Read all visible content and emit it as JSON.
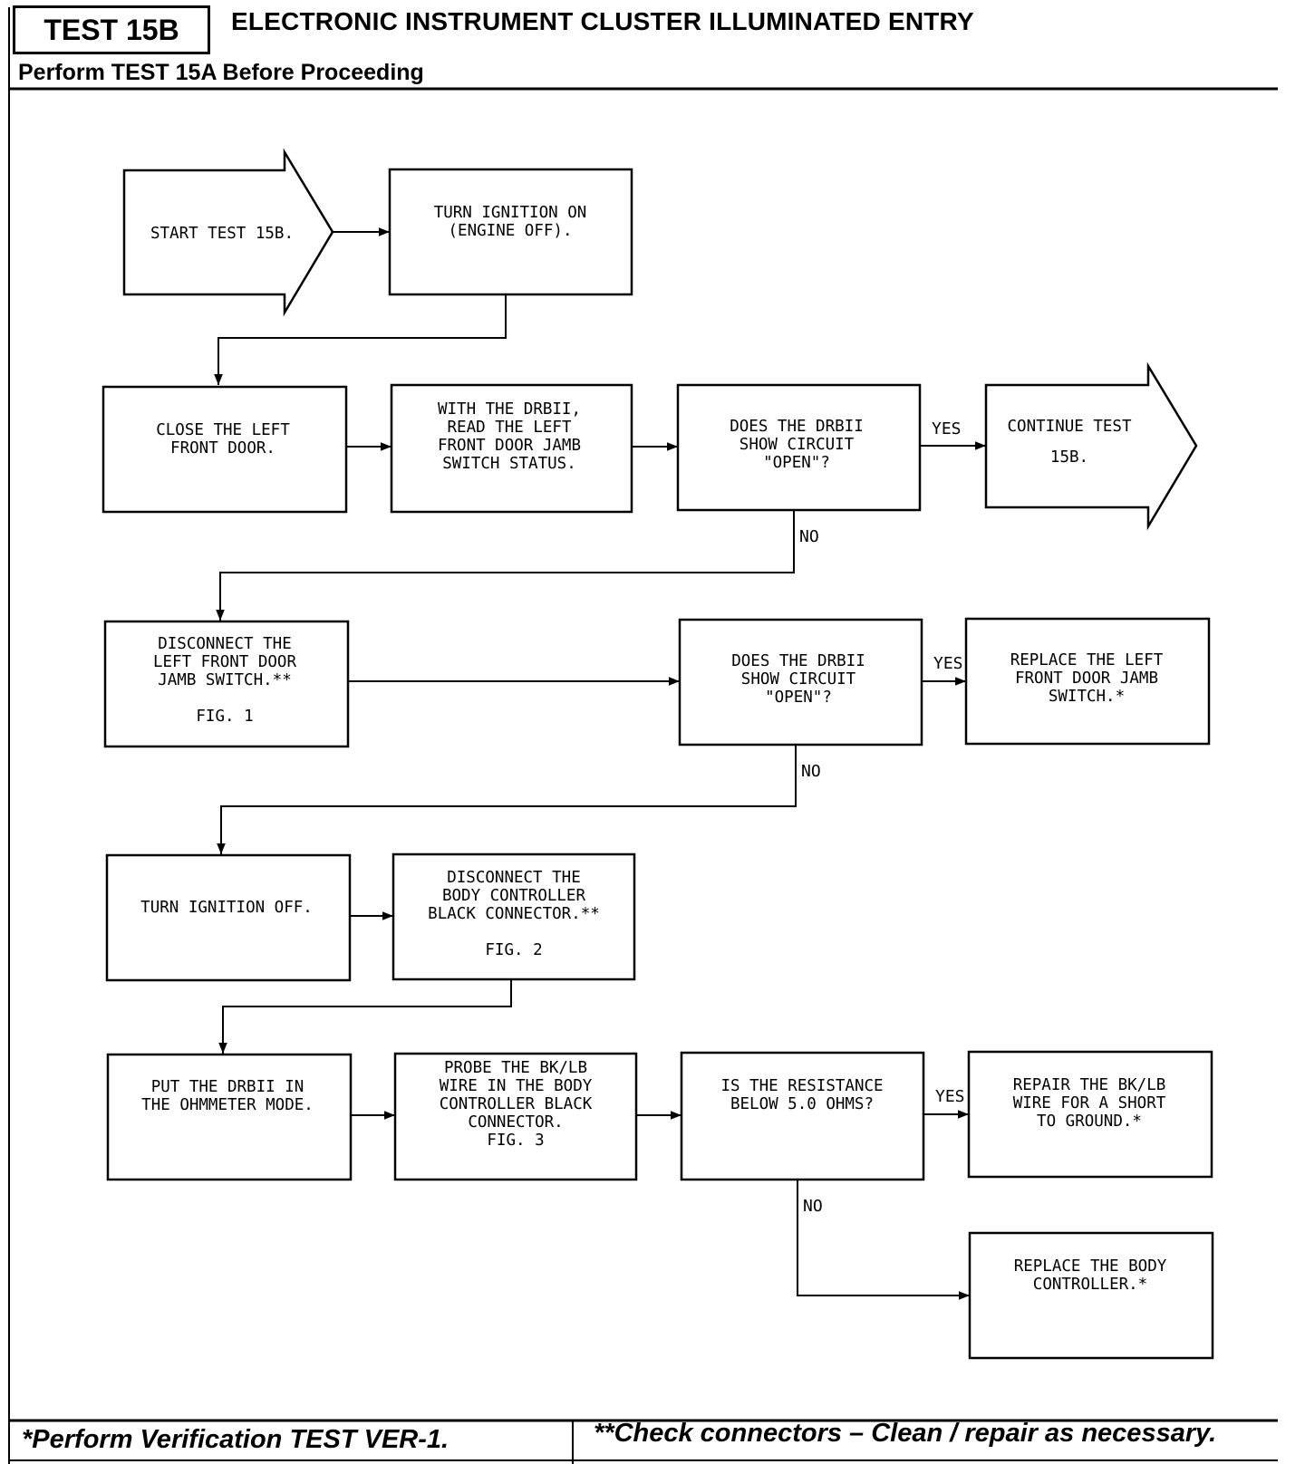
{
  "header": {
    "test_id": "TEST 15B",
    "title": "ELECTRONIC INSTRUMENT CLUSTER ILLUMINATED ENTRY",
    "prerequisite": "Perform TEST 15A Before Proceeding"
  },
  "nodes": [
    {
      "id": "start",
      "lines": [
        "START TEST 15B."
      ]
    },
    {
      "id": "ignition-on",
      "lines": [
        "TURN IGNITION ON",
        "(ENGINE OFF)."
      ]
    },
    {
      "id": "close-door",
      "lines": [
        "CLOSE THE LEFT",
        "FRONT DOOR."
      ]
    },
    {
      "id": "read-switch",
      "lines": [
        "WITH THE DRBII,",
        "READ THE LEFT",
        "FRONT DOOR JAMB",
        "SWITCH STATUS."
      ]
    },
    {
      "id": "q1",
      "lines": [
        "DOES THE DRBII",
        "SHOW CIRCUIT",
        "\"OPEN\"?"
      ]
    },
    {
      "id": "continue",
      "lines": [
        "CONTINUE TEST",
        "15B."
      ]
    },
    {
      "id": "disconnect-switch",
      "lines": [
        "DISCONNECT THE",
        "LEFT FRONT DOOR",
        "JAMB SWITCH.**",
        "",
        "FIG. 1"
      ]
    },
    {
      "id": "q2",
      "lines": [
        "DOES THE DRBII",
        "SHOW CIRCUIT",
        "\"OPEN\"?"
      ]
    },
    {
      "id": "replace-switch",
      "lines": [
        "REPLACE THE LEFT",
        "FRONT DOOR JAMB",
        "SWITCH.*"
      ]
    },
    {
      "id": "ignition-off",
      "lines": [
        "TURN IGNITION OFF."
      ]
    },
    {
      "id": "disconnect-bc",
      "lines": [
        "DISCONNECT THE",
        "BODY CONTROLLER",
        "BLACK CONNECTOR.**",
        "",
        "FIG. 2"
      ]
    },
    {
      "id": "ohmmeter",
      "lines": [
        "PUT THE DRBII IN",
        "THE OHMMETER MODE."
      ]
    },
    {
      "id": "probe",
      "lines": [
        "PROBE THE BK/LB",
        "WIRE IN THE BODY",
        "CONTROLLER BLACK",
        "CONNECTOR.",
        "FIG. 3"
      ]
    },
    {
      "id": "q3",
      "lines": [
        "IS THE RESISTANCE",
        "BELOW 5.0 OHMS?"
      ]
    },
    {
      "id": "repair",
      "lines": [
        "REPAIR THE BK/LB",
        "WIRE FOR A SHORT",
        "TO GROUND.*"
      ]
    },
    {
      "id": "replace-bc",
      "lines": [
        "REPLACE THE BODY",
        "CONTROLLER.*"
      ]
    }
  ],
  "edge_labels": {
    "yes": "YES",
    "no": "NO"
  },
  "footer": {
    "left": "*Perform Verification TEST VER-1.",
    "right": "**Check connectors – Clean / repair as necessary."
  }
}
